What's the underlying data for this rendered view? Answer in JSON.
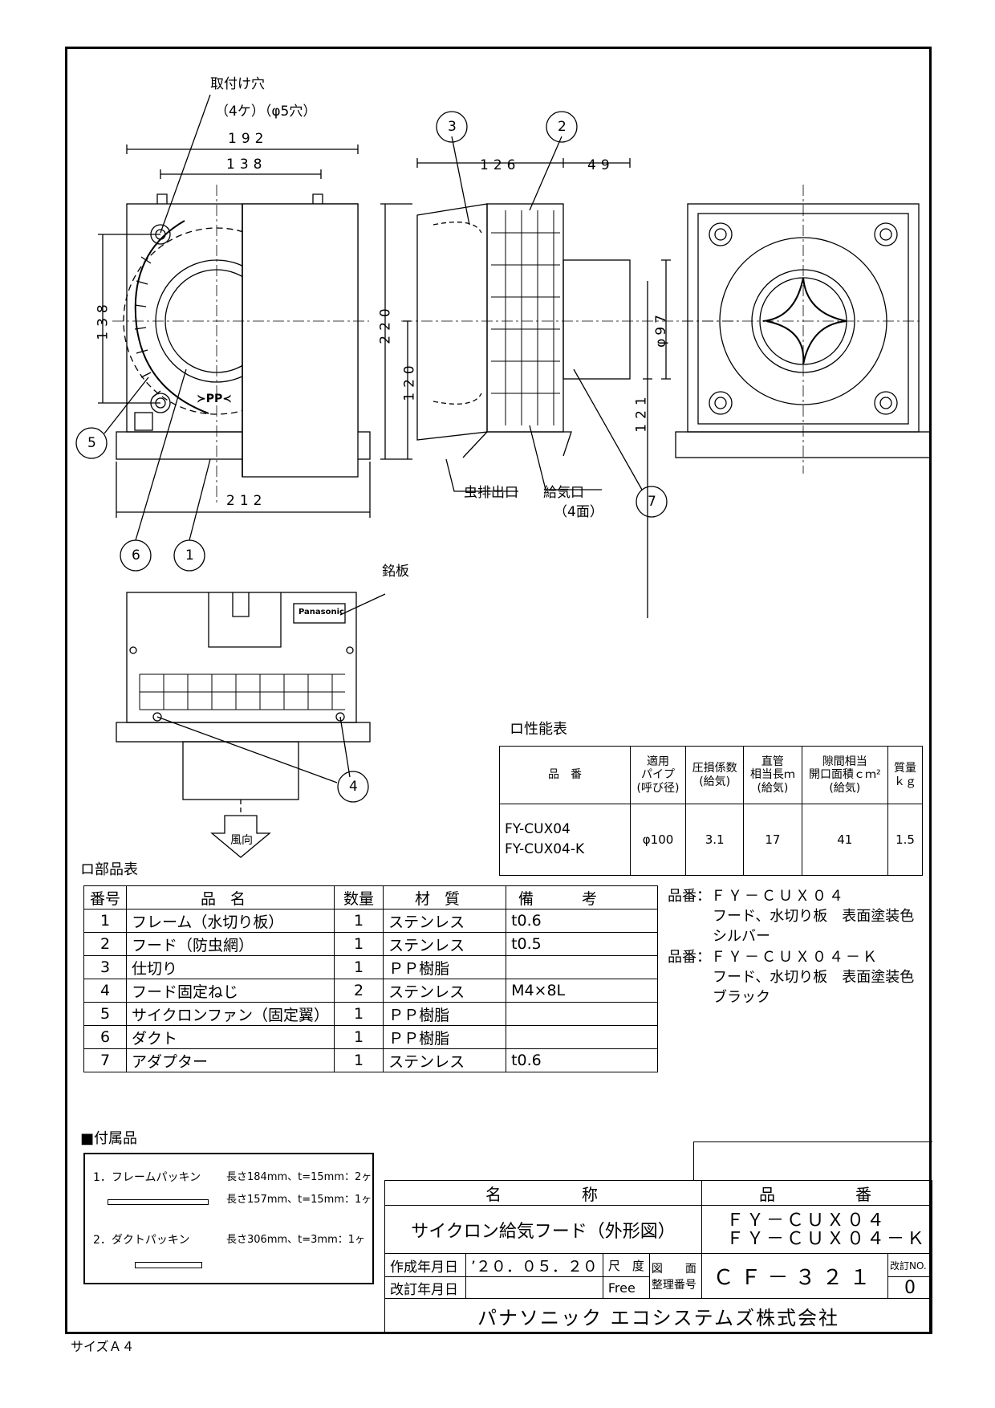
{
  "callouts": {
    "mount_holes": "取付け穴",
    "mount_holes_spec": "（4ケ）（φ5穴）",
    "nameplate": "銘板",
    "bug_outlet": "虫排出口",
    "supply_port": "給気口",
    "supply_port_faces": "（4面）",
    "air_direction": "風向",
    "logo_text": "Panasonic",
    "ppk_mark": "≻PP≺"
  },
  "dimensions": {
    "d192": "192",
    "d138_top": "138",
    "d138_side": "138",
    "d212": "212",
    "d126": "126",
    "d49": "49",
    "d220": "220",
    "d120": "120",
    "d121": "121",
    "d97": "φ97"
  },
  "part_balloons": [
    "1",
    "2",
    "3",
    "4",
    "5",
    "6",
    "7"
  ],
  "performance": {
    "heading": "ロ性能表",
    "headers": [
      "品　番",
      "適用\nパイプ\n(呼び径)",
      "圧損係数\n(給気)",
      "直管\n相当長ｍ\n(給気)",
      "隙間相当\n開口面積ｃｍ²\n(給気)",
      "質量\nｋｇ"
    ],
    "row": {
      "models": [
        "FY-CUX04",
        "FY-CUX04-K"
      ],
      "pipe": "φ100",
      "loss": "3.1",
      "length": "17",
      "area": "41",
      "mass": "1.5"
    }
  },
  "parts": {
    "heading": "ロ部品表",
    "headers": [
      "番号",
      "品名",
      "数量",
      "材質",
      "備考"
    ],
    "rows": [
      [
        "1",
        "フレーム（水切り板）",
        "1",
        "ステンレス",
        "t0.6"
      ],
      [
        "2",
        "フード（防虫網）",
        "1",
        "ステンレス",
        "t0.5"
      ],
      [
        "3",
        "仕切り",
        "1",
        "ＰＰ樹脂",
        ""
      ],
      [
        "4",
        "フード固定ねじ",
        "2",
        "ステンレス",
        "M4×8L"
      ],
      [
        "5",
        "サイクロンファン（固定翼）",
        "1",
        "ＰＰ樹脂",
        ""
      ],
      [
        "6",
        "ダクト",
        "1",
        "ＰＰ樹脂",
        ""
      ],
      [
        "7",
        "アダプター",
        "1",
        "ステンレス",
        "t0.6"
      ]
    ]
  },
  "color_notes": {
    "label": "品番：",
    "items": [
      {
        "model": "ＦＹ－ＣＵＸ０４",
        "line1": "フード、水切り板　表面塗装色",
        "line2": "シルバー"
      },
      {
        "model": "ＦＹ－ＣＵＸ０４－Ｋ",
        "line1": "フード、水切り板　表面塗装色",
        "line2": "ブラック"
      }
    ]
  },
  "accessories": {
    "heading": "■付属品",
    "item1": "1．フレームパッキン",
    "item1_spec_a": "長さ184mm、t=15mm：2ヶ",
    "item1_spec_b": "長さ157mm、t=15mm：1ヶ",
    "item2": "2．ダクトパッキン",
    "item2_spec": "長さ306mm、t=3mm：1ヶ"
  },
  "title_block": {
    "name_label": "名　　　　称",
    "name": "サイクロン給気フード（外形図）",
    "model_label": "品　　　　番",
    "models": [
      "ＦＹ－ＣＵＸ０４",
      "ＦＹ－ＣＵＸ０４－Ｋ"
    ],
    "created_label": "作成年月日",
    "created": "’２０．０５．２０",
    "revised_label": "改訂年月日",
    "scale_label": "尺　度",
    "scale": "Free",
    "drawing_label": "図　　面",
    "ref_label": "整理番号",
    "drawing_no": "ＣＦ－３２１",
    "rev_label": "改訂NO.",
    "rev": "0",
    "company": "パナソニック エコシステムズ株式会社"
  },
  "sheet_size": "サイズＡ４"
}
